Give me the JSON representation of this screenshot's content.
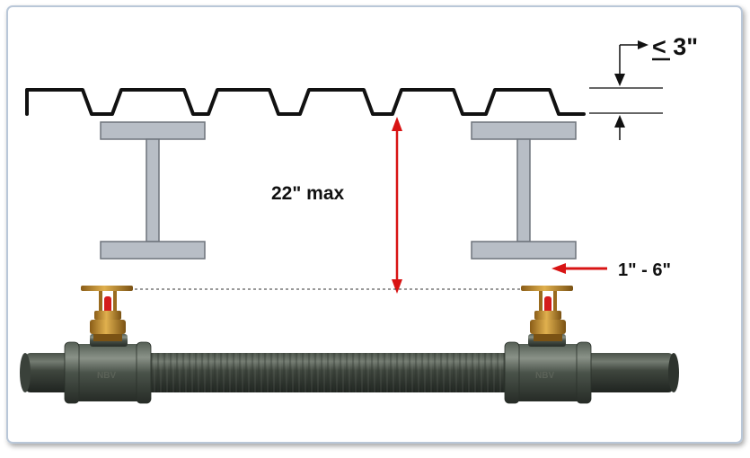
{
  "labels": {
    "deck_depth": "< 3\"",
    "max_distance": "22\" max",
    "deflector_range": "1\" - 6\""
  },
  "pipe_marking": "NBV",
  "colors": {
    "border": "#b9c7d8",
    "deck": "#111111",
    "beam_fill": "#b8bec6",
    "beam_stroke": "#6e747c",
    "arrow": "#d81414",
    "pipe": "#3a4139",
    "pipe_highlight": "#6f776d",
    "sprinkler_gold": "#b8862e",
    "sprinkler_bulb": "#d41c1c"
  },
  "icons": [
    "steel-deck",
    "i-beam",
    "sprinkler-head",
    "pipe-fitting"
  ]
}
